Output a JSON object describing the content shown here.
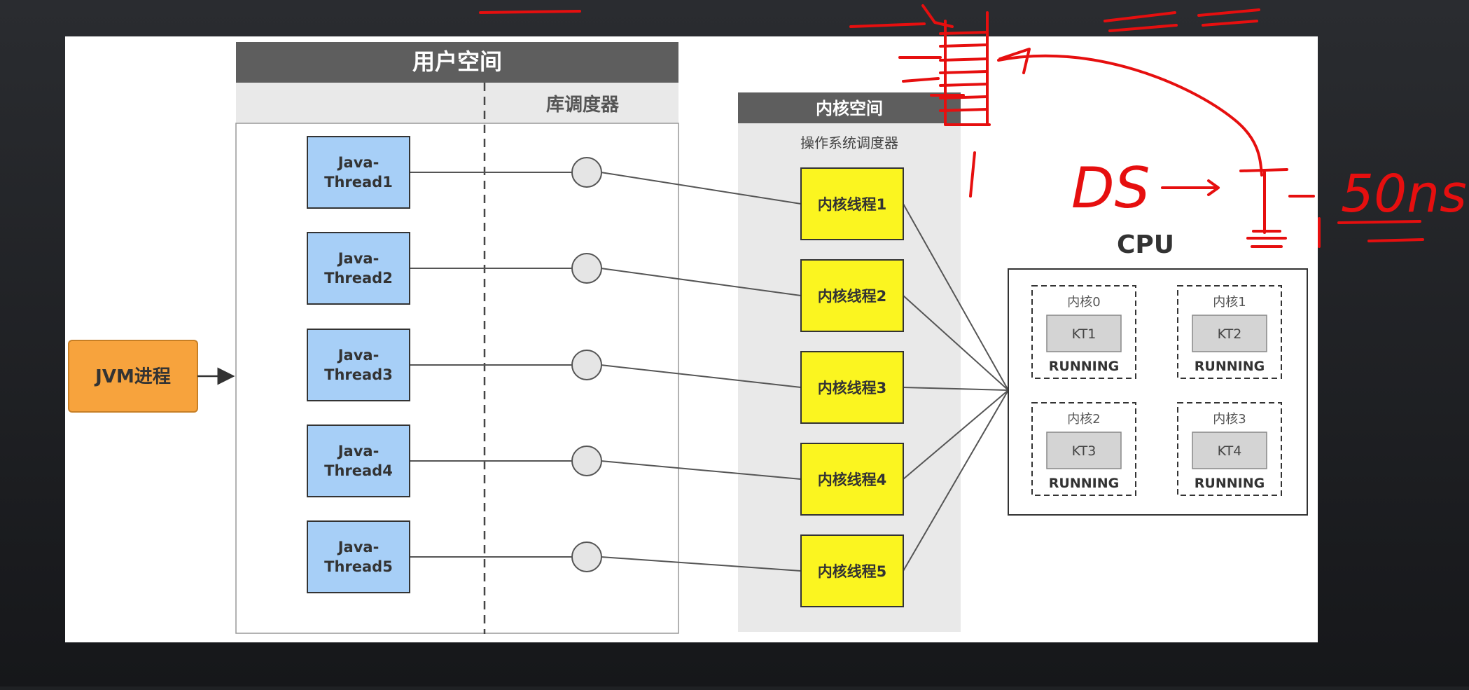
{
  "diagram": {
    "jvm_process": "JVM进程",
    "user_space": {
      "title": "用户空间",
      "scheduler_label": "库调度器"
    },
    "java_threads": [
      "Java-\nThread1",
      "Java-\nThread2",
      "Java-\nThread3",
      "Java-\nThread4",
      "Java-\nThread5"
    ],
    "kernel_space": {
      "title": "内核空间",
      "subtitle": "操作系统调度器"
    },
    "kernel_threads": [
      "内核线程1",
      "内核线程2",
      "内核线程3",
      "内核线程4",
      "内核线程5"
    ],
    "cpu": {
      "title": "CPU",
      "cores": [
        {
          "name": "内核0",
          "thread": "KT1",
          "state": "RUNNING"
        },
        {
          "name": "内核1",
          "thread": "KT2",
          "state": "RUNNING"
        },
        {
          "name": "内核2",
          "thread": "KT3",
          "state": "RUNNING"
        },
        {
          "name": "内核3",
          "thread": "KT4",
          "state": "RUNNING"
        }
      ]
    }
  },
  "annotations": {
    "os_label": "DS",
    "time_label": "50ns"
  },
  "colors": {
    "background": "#1f2124",
    "canvas": "#ffffff",
    "jvm_box": "#f7a33d",
    "java_thread": "#a7cff7",
    "kernel_thread": "#fbf520",
    "header_bar": "#5e5e5e",
    "annotation": "#e60f0f"
  }
}
